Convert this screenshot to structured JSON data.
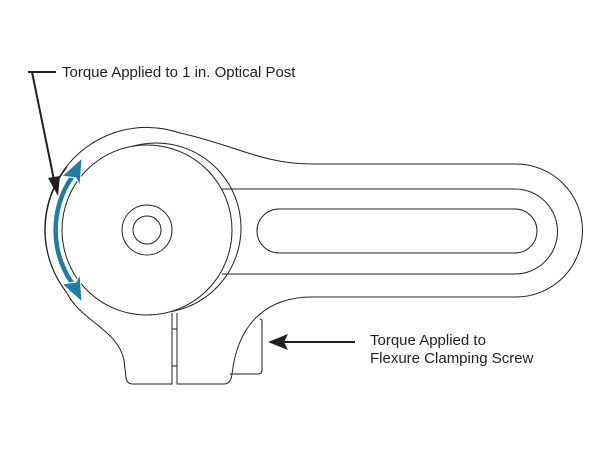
{
  "diagram": {
    "labels": {
      "post_torque": "Torque Applied to 1 in. Optical Post",
      "screw_torque_line1": "Torque Applied to",
      "screw_torque_line2": "Flexure Clamping Screw"
    },
    "colors": {
      "outline": "#231f20",
      "rotation_arrow": "#1b7ea6",
      "background": "#ffffff"
    }
  }
}
